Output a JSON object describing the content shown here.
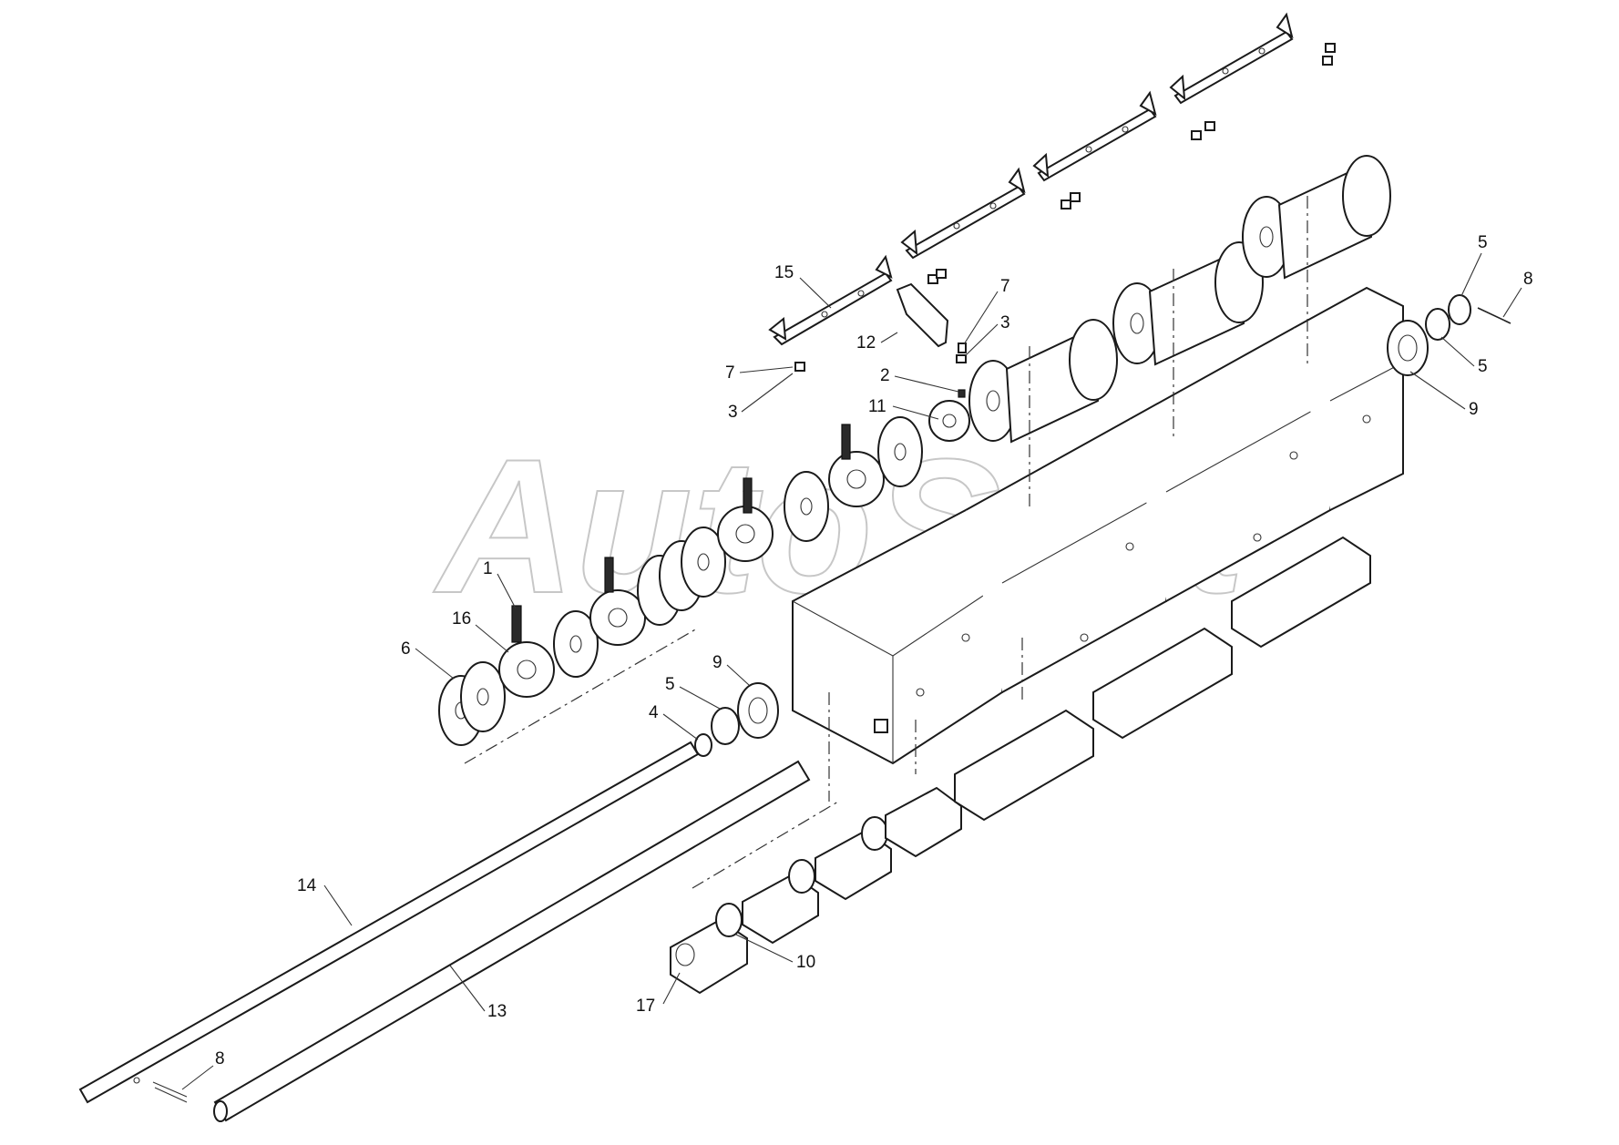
{
  "watermark": "AutoSoft",
  "callouts": [
    {
      "id": "c15a",
      "label": "15"
    },
    {
      "id": "c12",
      "label": "12"
    },
    {
      "id": "c7a",
      "label": "7"
    },
    {
      "id": "c3a",
      "label": "3"
    },
    {
      "id": "c7b",
      "label": "7"
    },
    {
      "id": "c3b",
      "label": "3"
    },
    {
      "id": "c2",
      "label": "2"
    },
    {
      "id": "c11",
      "label": "11"
    },
    {
      "id": "c5a",
      "label": "5"
    },
    {
      "id": "c8a",
      "label": "8"
    },
    {
      "id": "c5b",
      "label": "5"
    },
    {
      "id": "c9a",
      "label": "9"
    },
    {
      "id": "c1",
      "label": "1"
    },
    {
      "id": "c16",
      "label": "16"
    },
    {
      "id": "c6",
      "label": "6"
    },
    {
      "id": "c9b",
      "label": "9"
    },
    {
      "id": "c5c",
      "label": "5"
    },
    {
      "id": "c4",
      "label": "4"
    },
    {
      "id": "c14",
      "label": "14"
    },
    {
      "id": "c10",
      "label": "10"
    },
    {
      "id": "c13",
      "label": "13"
    },
    {
      "id": "c17",
      "label": "17"
    },
    {
      "id": "c8b",
      "label": "8"
    }
  ]
}
